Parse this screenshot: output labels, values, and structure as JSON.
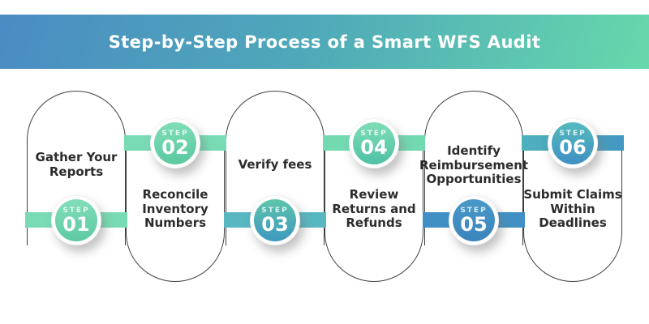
{
  "header": {
    "title": "Step-by-Step Process of a Smart WFS Audit",
    "gradient_left": "#4a8cc3",
    "gradient_right": "#67d8ab",
    "text_color": "#ffffff"
  },
  "steps": [
    {
      "word": "STEP",
      "num": "01",
      "lines": [
        "Gather Your",
        "Reports"
      ],
      "bar": "#79dbb3",
      "badge": "linear-gradient(175deg,#83dfb9,#5bc9a2)"
    },
    {
      "word": "STEP",
      "num": "02",
      "lines": [
        "Reconcile",
        "Inventory",
        "Numbers"
      ],
      "bar": "#79dbb3",
      "badge": "linear-gradient(175deg,#80deb6,#5ac8a0)"
    },
    {
      "word": "STEP",
      "num": "03",
      "lines": [
        "Verify fees"
      ],
      "bar": "#59b7c2",
      "badge": "linear-gradient(180deg,#5dc5aa,#3f98c0)"
    },
    {
      "word": "STEP",
      "num": "04",
      "lines": [
        "Review",
        "Returns and",
        "Refunds"
      ],
      "bar": "#73d9b1",
      "badge": "linear-gradient(180deg,#7fddb6,#4ec1a5)"
    },
    {
      "word": "STEP",
      "num": "05",
      "lines": [
        "Identify",
        "Reimbursement",
        "Opportunities"
      ],
      "bar": "#4090c5",
      "badge": "linear-gradient(180deg,#4a98c8,#3a84bc)"
    },
    {
      "word": "STEP",
      "num": "06",
      "lines": [
        "Submit Claims",
        "Within",
        "Deadlines"
      ],
      "bar": "linear-gradient(90deg,#4fb0bd,#4497c3)",
      "badge": "linear-gradient(180deg,#54bbbd,#3f90c2)"
    }
  ]
}
